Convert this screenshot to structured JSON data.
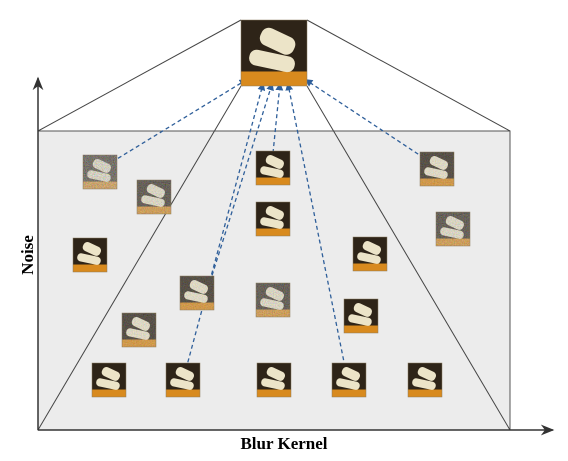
{
  "axes": {
    "x_label": "Blur Kernel",
    "y_label": "Noise"
  },
  "colors": {
    "panel_fill": "#ececec",
    "panel_stroke": "#555555",
    "arrow": "#2f5f9a",
    "patch_dark": "#2e2418",
    "patch_light": "#ece4c8",
    "patch_orange": "#d88a1e"
  },
  "patches": {
    "noisy_levels": [
      3,
      2,
      0,
      0,
      1,
      2,
      0,
      0,
      1,
      2,
      0,
      1,
      0,
      0,
      0,
      0,
      0
    ],
    "arrow_sources": 6
  }
}
